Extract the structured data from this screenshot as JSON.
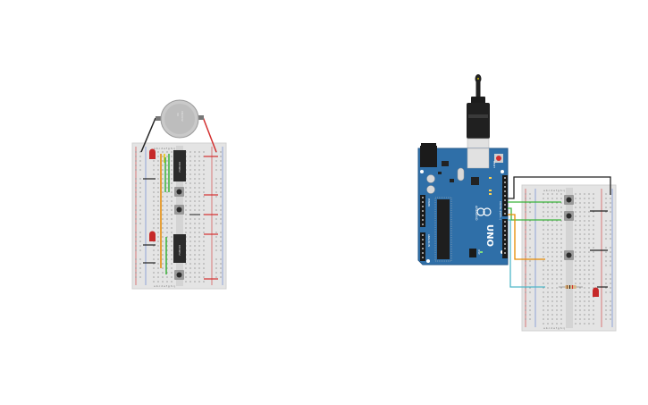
{
  "canvas": {
    "background": "#ffffff",
    "board_color": "#2f6fa8",
    "breadboard_color": "#e4e4e4",
    "wire_colors": {
      "red": "#d32f2f",
      "black": "#222222",
      "green": "#3bb33b",
      "orange": "#e68a00",
      "teal": "#4fb6c8",
      "yellow": "#e6c800"
    }
  },
  "battery": {
    "label_lines": [
      "3V",
      "CR2032"
    ]
  },
  "left_breadboard": {
    "column_letters_top": "a b c d e   f g h i j",
    "column_letters_bottom": "a b c d e   f g h i j",
    "chips": [
      {
        "label": "74HC00"
      },
      {
        "label": "74HC00"
      }
    ]
  },
  "arduino": {
    "model_label": "UNO",
    "brand_label": "ARDUINO",
    "reset_label": "RESET",
    "digital_label": "DIGITAL (PWM~)",
    "analog_label": "ANALOG IN",
    "power_label": "POWER",
    "icsp_label": "ICSP"
  },
  "right_breadboard": {
    "column_letters_top": "a b c d e   f g h i j",
    "column_letters_bottom": "a b c d e   f g h i j"
  }
}
